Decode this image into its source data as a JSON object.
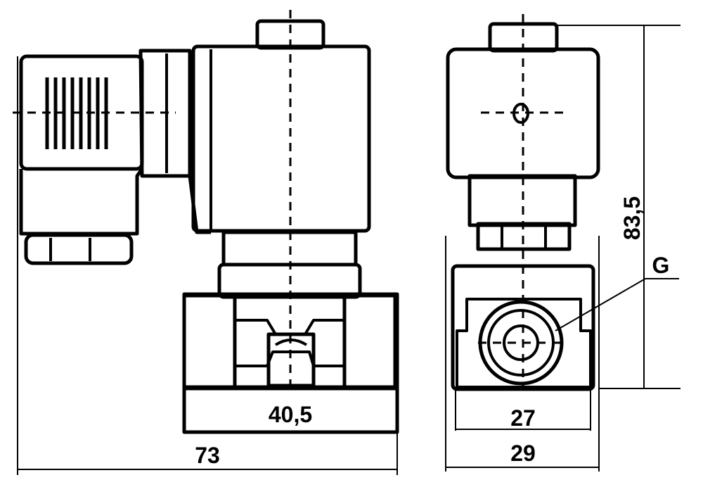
{
  "dimensions": {
    "width_body": "40,5",
    "total_length": "73",
    "height": "83,5",
    "inner_width": "27",
    "outer_width": "29",
    "thread": "G"
  }
}
